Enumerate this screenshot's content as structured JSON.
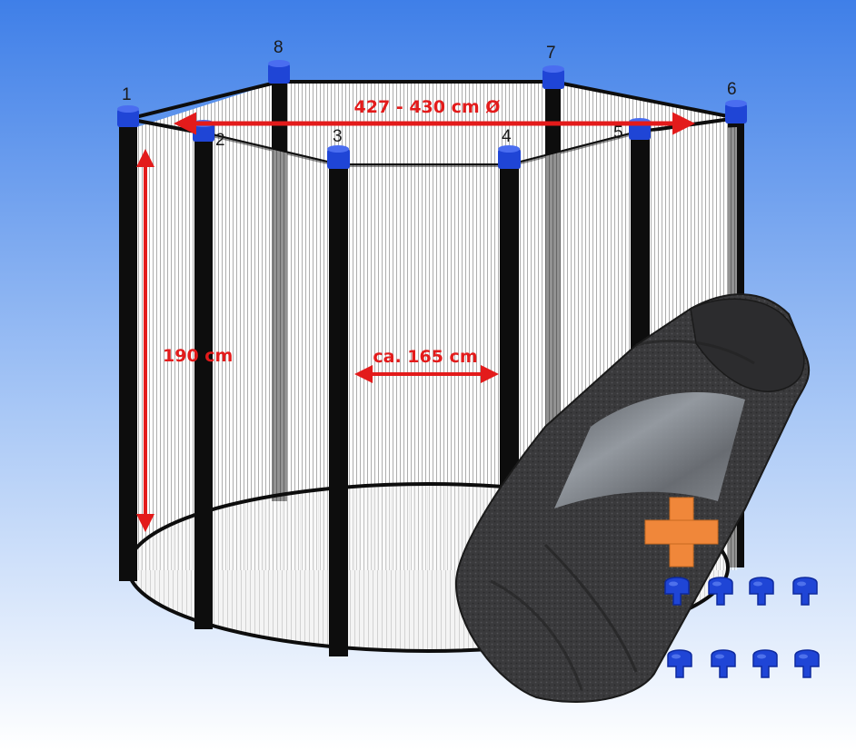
{
  "diagram": {
    "posts": [
      {
        "number": "1"
      },
      {
        "number": "2"
      },
      {
        "number": "3"
      },
      {
        "number": "4"
      },
      {
        "number": "5"
      },
      {
        "number": "6"
      },
      {
        "number": "7"
      },
      {
        "number": "8"
      }
    ],
    "dimensions": {
      "diameter": "427 - 430 cm Ø",
      "height": "190 cm",
      "opening": "ca. 165 cm"
    },
    "colors": {
      "background_top": "#3f7fe8",
      "background_bottom": "#ffffff",
      "post": "#0d0d0d",
      "cap": "#1f45d6",
      "dimension": "#e31b1b",
      "plus": "#f0873a",
      "bag": "#3a3a3c"
    },
    "accessories": {
      "plus_icon": "plus-icon",
      "caps_icon": "cap-icon",
      "cap_count": 8
    }
  }
}
